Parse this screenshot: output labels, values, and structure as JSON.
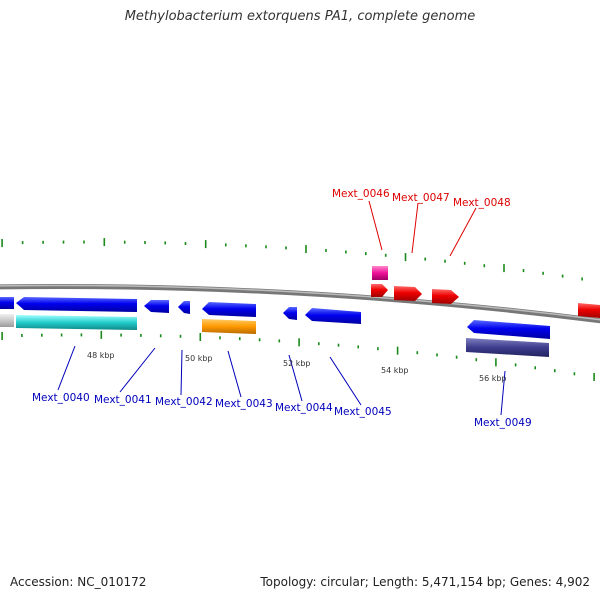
{
  "title": "Methylobacterium extorquens PA1, complete genome",
  "footer": {
    "accession": "Accession: NC_010172",
    "summary": "Topology: circular; Length: 5,471,154 bp; Genes: 4,902"
  },
  "colors": {
    "backbone": "#888888",
    "forward_gene": "#ee0000",
    "reverse_gene": "#0000ee",
    "label_top": "#dd0000",
    "label_bottom": "#0000bb",
    "tick": "#1a8a1a"
  },
  "scale_labels": [
    "48 kbp",
    "50 kbp",
    "52 kbp",
    "54 kbp",
    "56 kbp"
  ],
  "genes_top": [
    "Mext_0046",
    "Mext_0047",
    "Mext_0048"
  ],
  "genes_bottom": [
    "Mext_0040",
    "Mext_0041",
    "Mext_0042",
    "Mext_0043",
    "Mext_0044",
    "Mext_0045",
    "Mext_0049"
  ]
}
